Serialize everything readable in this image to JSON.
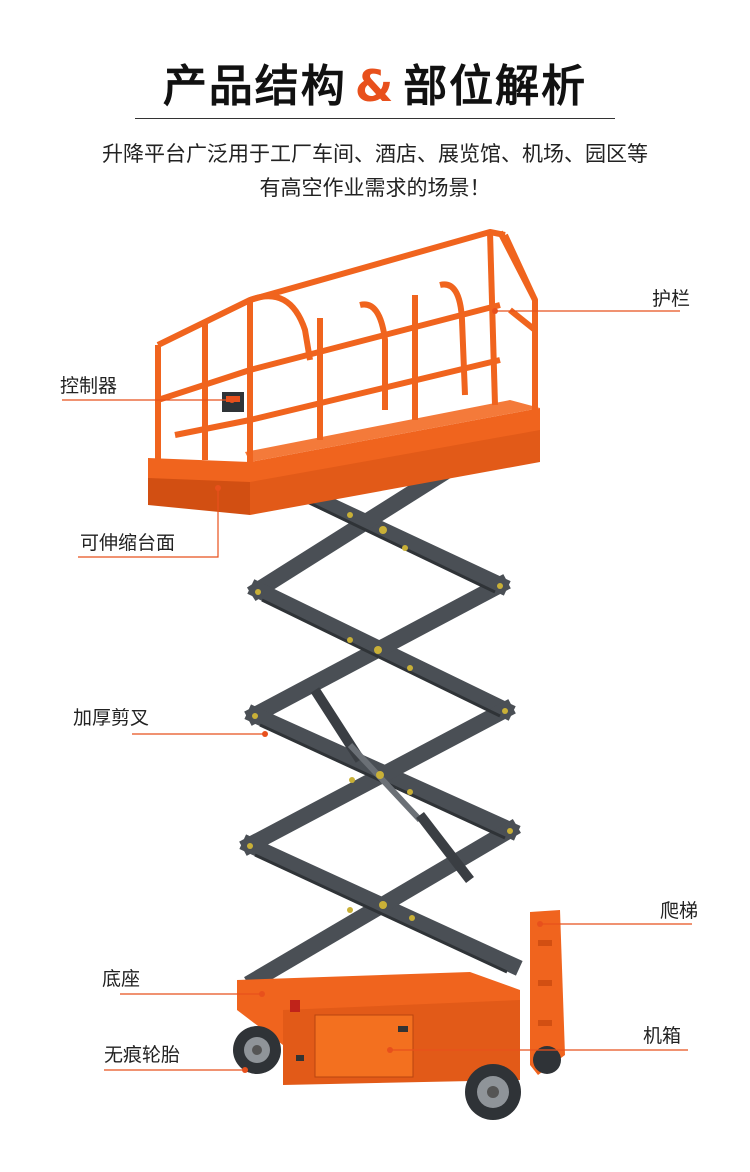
{
  "title": {
    "part1": "产品结构",
    "amp": "&",
    "part2": "部位解析"
  },
  "intro": {
    "line1": "升降平台广泛用于工厂车间、酒店、展览馆、机场、园区等",
    "line2": "有高空作业需求的场景！"
  },
  "labels": {
    "guardrail": "护栏",
    "controller": "控制器",
    "platform": "可伸缩台面",
    "scissor": "加厚剪叉",
    "ladder": "爬梯",
    "base": "底座",
    "cabinet": "机箱",
    "tire": "无痕轮胎"
  },
  "colors": {
    "orange": "#f0641e",
    "dark_orange": "#d24f12",
    "steel": "#4a4f55",
    "line": "#e8501c"
  }
}
